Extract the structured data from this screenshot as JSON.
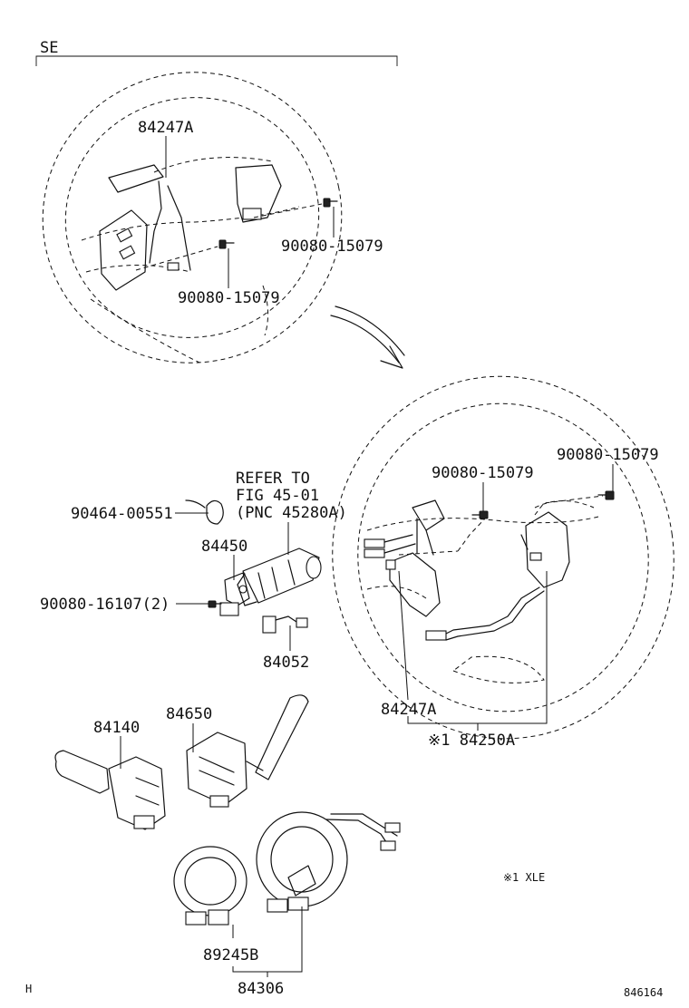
{
  "section_label": "SE",
  "labels": {
    "upper_switch": "84247A",
    "upper_screw_right": "90080-15079",
    "upper_screw_left": "90080-15079",
    "refer_line1": "REFER TO",
    "refer_line2": "FIG 45-01",
    "refer_line3": "(PNC 45280A)",
    "lower_screw_left": "90080-15079",
    "lower_screw_right": "90080-15079",
    "clamp": "90464-00551",
    "bracket": "84450",
    "bracket_screw": "90080-16107(2)",
    "sensor": "84052",
    "lower_switch": "84247A",
    "switch_assy": "※1 84250A",
    "turn_switch": "84140",
    "wiper_switch": "84650",
    "sensor_ring": "89245B",
    "spiral_cable": "84306",
    "footnote": "※1 XLE",
    "corner_left": "H",
    "corner_right": "846164"
  }
}
